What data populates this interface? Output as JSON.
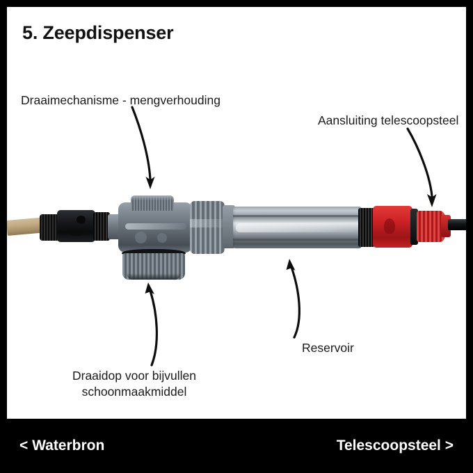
{
  "title": "5. Zeepdispenser",
  "labels": {
    "mechanism": "Draaimechanisme - mengverhouding",
    "connection": "Aansluiting telescoopsteel",
    "reservoir": "Reservoir",
    "cap_line1": "Draaidop voor bijvullen",
    "cap_line2": "schoonmaakmiddel"
  },
  "nav": {
    "prev": "< Waterbron",
    "next": "Telescoopsteel >"
  },
  "colors": {
    "background": "#000000",
    "card": "#ffffff",
    "text": "#1a1a1a",
    "nav_text": "#ffffff",
    "red_connector": "#cf2327",
    "grey_body": "#7f8890",
    "hose": "#c4ad86"
  }
}
